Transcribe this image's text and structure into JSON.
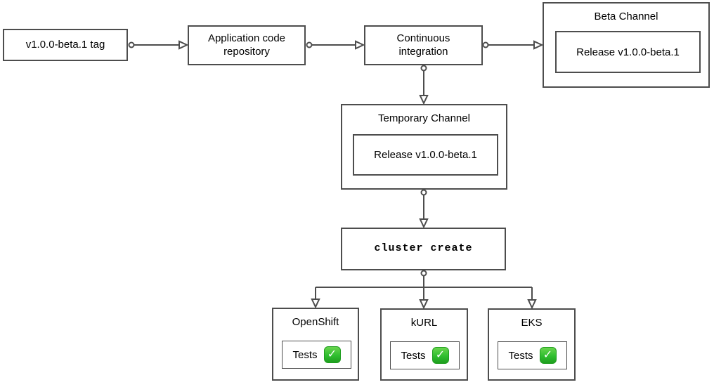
{
  "diagram": {
    "colors": {
      "border": "#4d4d4d",
      "background": "#ffffff",
      "text": "#000000",
      "check_green": "#2fbe2f",
      "check_green_light": "#6ad54e",
      "check_green_dark": "#1f9e1f",
      "check_mark": "#ffffff"
    },
    "nodes": {
      "tag": {
        "label": "v1.0.0-beta.1 tag"
      },
      "app_repo": {
        "label": "Application code repository"
      },
      "ci": {
        "label": "Continuous integration"
      },
      "beta_channel": {
        "title": "Beta Channel",
        "release": "Release v1.0.0-beta.1"
      },
      "temp_channel": {
        "title": "Temporary Channel",
        "release": "Release v1.0.0-beta.1"
      },
      "cluster_create": {
        "label": "cluster create"
      },
      "clusters": [
        {
          "title": "OpenShift",
          "tests_label": "Tests",
          "status": "pass"
        },
        {
          "title": "kURL",
          "tests_label": "Tests",
          "status": "pass"
        },
        {
          "title": "EKS",
          "tests_label": "Tests",
          "status": "pass"
        }
      ]
    },
    "icons": {
      "check": "✓"
    }
  }
}
